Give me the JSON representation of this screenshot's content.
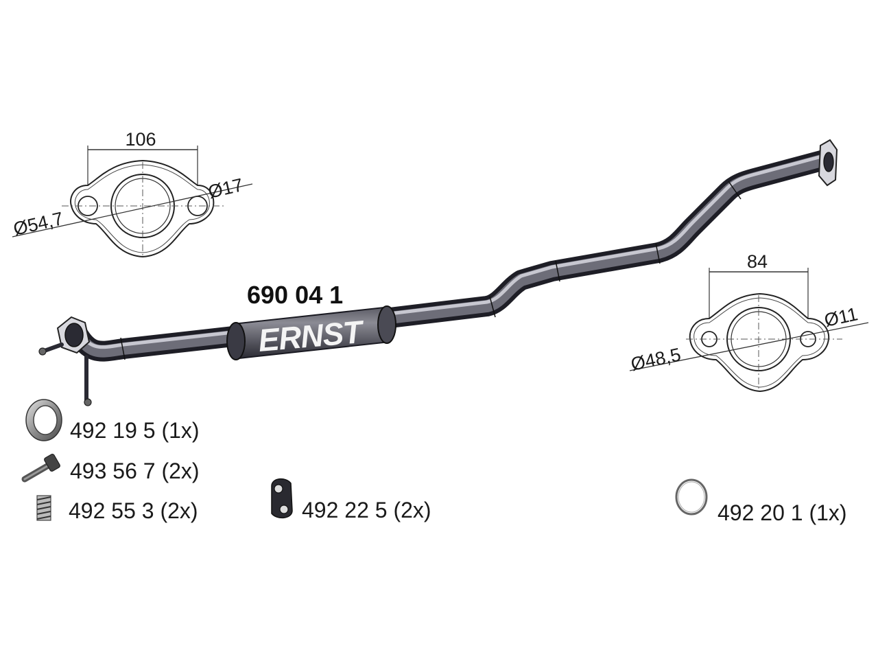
{
  "product": {
    "part_number": "690 04 1",
    "brand": "ERNST"
  },
  "flanges": [
    {
      "name": "front-flange",
      "bolt_spacing": "106",
      "pipe_diameter": "Ø54,7",
      "hole_diameter": "Ø17"
    },
    {
      "name": "rear-flange",
      "bolt_spacing": "84",
      "pipe_diameter": "Ø48,5",
      "hole_diameter": "Ø11"
    }
  ],
  "parts": [
    {
      "icon": "sealing-ring-icon",
      "label": "492 19 5 (1x)"
    },
    {
      "icon": "bolt-icon",
      "label": "493 56 7 (2x)"
    },
    {
      "icon": "spring-icon",
      "label": "492 55 3 (2x)"
    },
    {
      "icon": "rubber-mount-icon",
      "label": "492 22 5 (2x)"
    },
    {
      "icon": "gasket-ring-icon",
      "label": "492 20 1 (1x)"
    }
  ],
  "colors": {
    "pipe_dark": "#2a2a33",
    "pipe_light": "#9a9aa3",
    "line": "#333333"
  }
}
